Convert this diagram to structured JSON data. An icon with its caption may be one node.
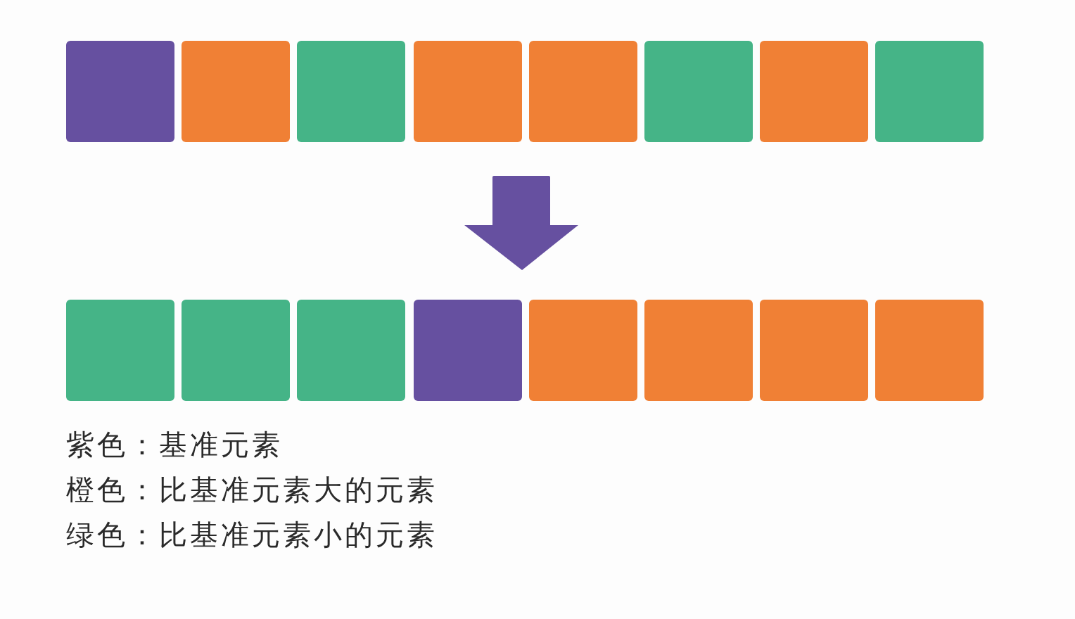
{
  "diagram": {
    "nodes": [
      {
        "text": [],
        "shape": "box"
      },
      {
        "text": [],
        "shape": "box"
      },
      {
        "text": [],
        "shape": "box"
      },
      {
        "text": [],
        "shape": "box"
      },
      {
        "text": [],
        "shape": "box"
      },
      {
        "text": [],
        "shape": "box"
      },
      {
        "text": [],
        "shape": "box"
      },
      {
        "text": [],
        "shape": "box"
      },
      {
        "text": [],
        "shape": "box"
      },
      {
        "text": [],
        "shape": "box"
      },
      {
        "text": [],
        "shape": "box"
      },
      {
        "text": [],
        "shape": "box"
      },
      {
        "text": [],
        "shape": "box"
      },
      {
        "text": [],
        "shape": "box"
      },
      {
        "text": [],
        "shape": "box"
      },
      {
        "text": [],
        "shape": "box"
      }
    ],
    "labels": [
      "紫色：基准元素",
      "橙色：比基准元素大的元素",
      "绿色：比基准元素小的元素"
    ]
  }
}
